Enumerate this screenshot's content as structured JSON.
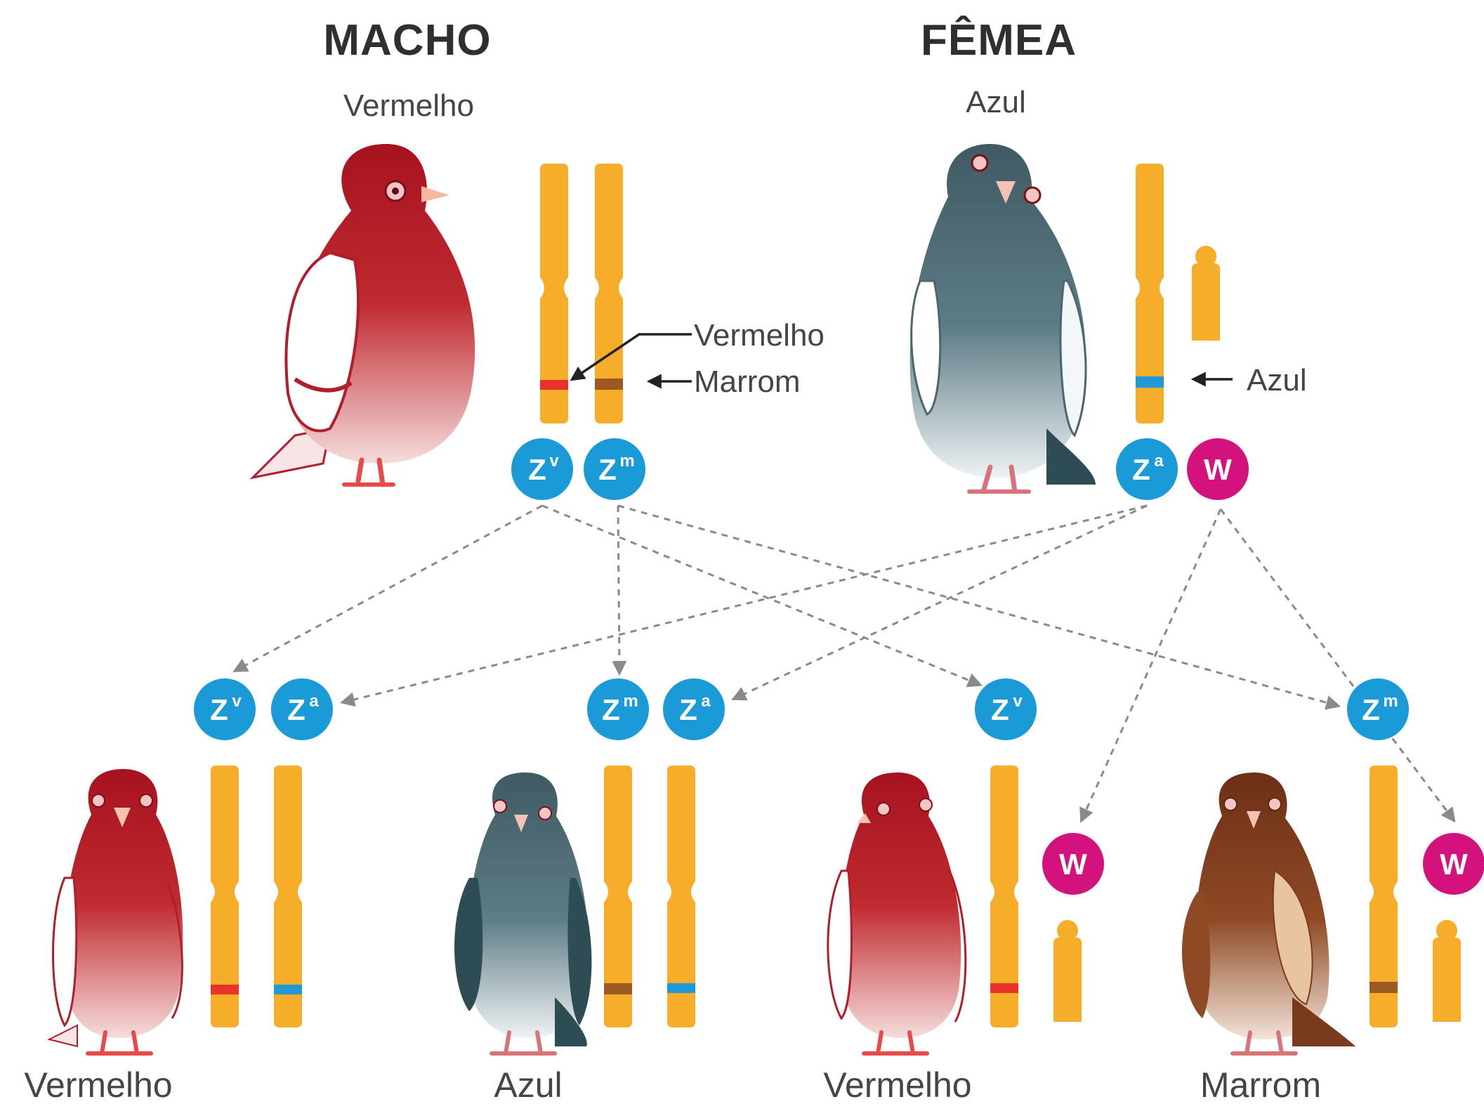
{
  "parents": {
    "male": {
      "title": "MACHO",
      "color": "Vermelho",
      "badges": [
        {
          "base": "Z",
          "sup": "v"
        },
        {
          "base": "Z",
          "sup": "m"
        }
      ]
    },
    "female": {
      "title": "FÊMEA",
      "color": "Azul",
      "badges": [
        {
          "base": "Z",
          "sup": "a"
        },
        {
          "base": "W",
          "sup": ""
        }
      ]
    }
  },
  "gene_labels": {
    "red": "Vermelho",
    "brown": "Marrom",
    "blue": "Azul"
  },
  "offspring": [
    {
      "label": "Vermelho",
      "badges": [
        {
          "base": "Z",
          "sup": "v"
        },
        {
          "base": "Z",
          "sup": "a"
        }
      ]
    },
    {
      "label": "Azul",
      "badges": [
        {
          "base": "Z",
          "sup": "m"
        },
        {
          "base": "Z",
          "sup": "a"
        }
      ]
    },
    {
      "label": "Vermelho",
      "badges": [
        {
          "base": "Z",
          "sup": "v"
        },
        {
          "base": "W",
          "sup": ""
        }
      ]
    },
    {
      "label": "Marrom",
      "badges": [
        {
          "base": "Z",
          "sup": "m"
        },
        {
          "base": "W",
          "sup": ""
        }
      ]
    }
  ],
  "colors": {
    "chromosome": "#f5ad2a",
    "gene_red": "#e8322a",
    "gene_brown": "#9a5a22",
    "gene_blue": "#1f9ad6",
    "badge_z": "#1a9ad6",
    "badge_w": "#d4127e",
    "pigeon_red": "#b11d2a",
    "pigeon_blue": "#4a6670",
    "pigeon_brown": "#7a3a1c"
  }
}
